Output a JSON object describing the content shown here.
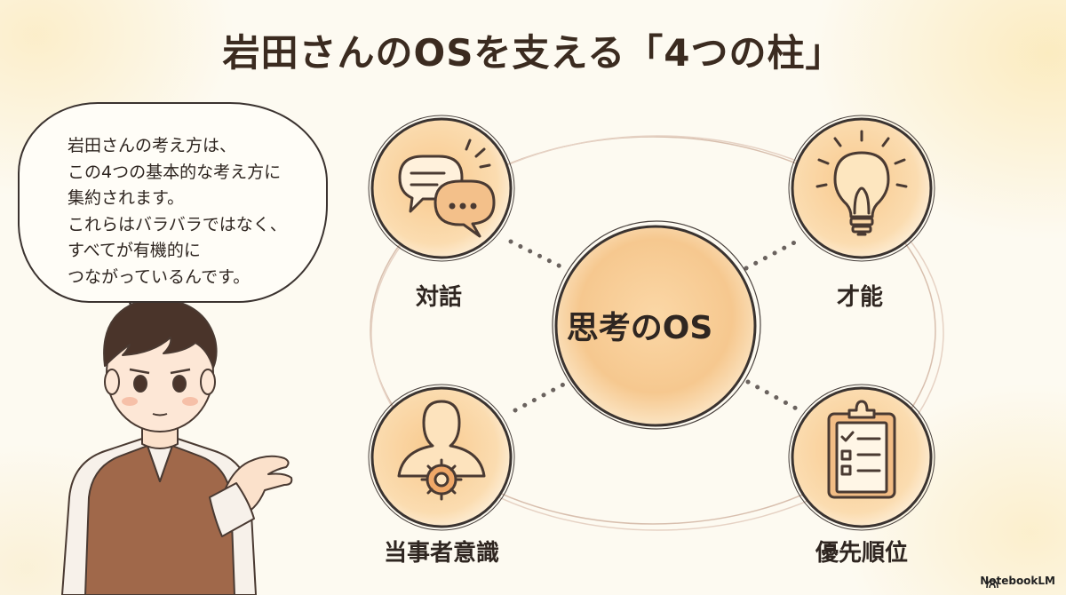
{
  "title": "岩田さんのOSを支える「4つの柱」",
  "speech_bubble": "岩田さんの考え方は、\nこの4つの基本的な考え方に\n集約されます。\nこれらはバラバラではなく、\nすべてが有機的に\nつながっているんです。",
  "diagram": {
    "center": "思考のOS",
    "pillars": [
      {
        "label": "対話",
        "icon": "speech-bubbles-icon"
      },
      {
        "label": "才能",
        "icon": "light-bulb-icon"
      },
      {
        "label": "当事者意識",
        "icon": "person-gear-icon"
      },
      {
        "label": "優先順位",
        "icon": "clipboard-checklist-icon"
      }
    ]
  },
  "branding": "NotebookLM",
  "colors": {
    "accent": "#f0b070",
    "ink": "#3b2b20",
    "background": "#fdfaf1"
  }
}
